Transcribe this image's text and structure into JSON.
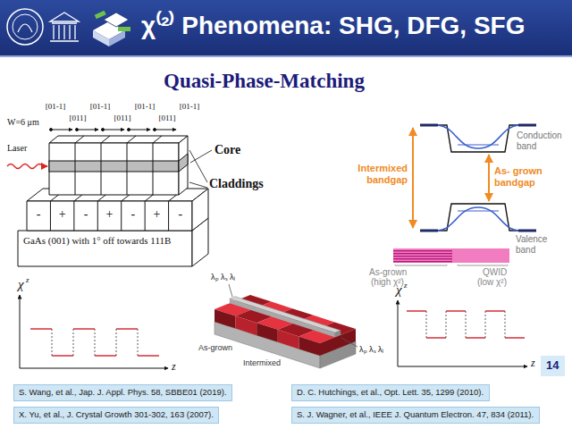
{
  "diagram": {
    "title": "χ⁽²⁾ Phenomena: SHG, DFG, SFG",
    "nodes": [
      {
        "text": [
          "14"
        ]
      },
      {
        "text": [
          "S. Wang, et al., Jap. J. Appl. Phys. 58, SBBE01 (2019)."
        ]
      },
      {
        "text": [
          "D. C. Hutchings, et al., Opt. Lett. 35, 1299 (2010)."
        ]
      },
      {
        "text": [
          "X. Yu, et al., J. Crystal Growth 301-302, 163 (2007)."
        ]
      },
      {
        "text": [
          "S. J. Wagner, et al., IEEE J. Quantum Electron. 47, 834 (2011)."
        ]
      }
    ],
    "labels": [
      "Quasi-Phase-Matching",
      "W=6 μm",
      "[01-1]",
      "[011]",
      "[01-1]",
      "[011]",
      "[01-1]",
      "[011]",
      "[01-1]",
      "Laser",
      "Core",
      "Claddings",
      "-",
      "+",
      "-",
      "+",
      "-",
      "+",
      "-",
      "GaAs (001) with 1° off towards 111B",
      "Conduction band",
      "Valence band",
      "Intermixed bandgap",
      "As- grown bandgap",
      "As-grown",
      "(high χ²)",
      "QWID",
      "(low χ²)",
      "χ",
      "z",
      "z",
      "λₚ λₛ λᵢ",
      "As-grown",
      "Intermixed",
      "λₚ λₛ λᵢ",
      "χ",
      "z",
      "z"
    ]
  }
}
